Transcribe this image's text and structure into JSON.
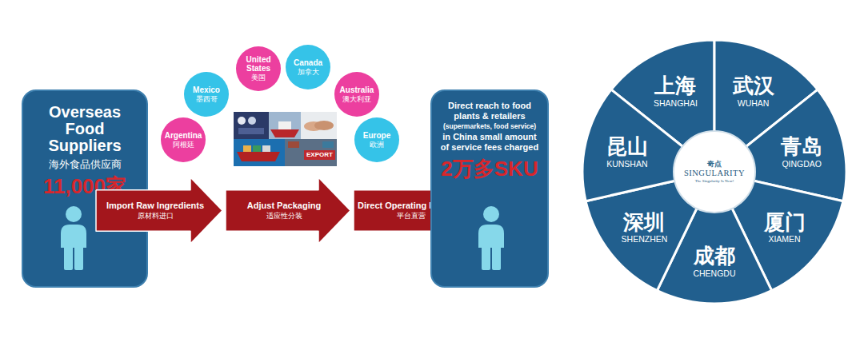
{
  "diagram": {
    "nodes": [
      {
        "text": [
          "Overseas Food Suppliers",
          "海外食品供应商",
          "11,000家"
        ]
      },
      {
        "text": [
          "Import Raw Ingredients",
          "原材料进口"
        ]
      },
      {
        "text": [
          "Adjust Packaging",
          "适应性分装"
        ]
      },
      {
        "text": [
          "Direct Operating Platform",
          "平台直营"
        ]
      },
      {
        "text": [
          "Argentina",
          "阿根廷"
        ]
      },
      {
        "text": [
          "Mexico",
          "墨西哥"
        ]
      },
      {
        "text": [
          "United States",
          "美国"
        ]
      },
      {
        "text": [
          "Canada",
          "加拿大"
        ]
      },
      {
        "text": [
          "Australia",
          "澳大利亚"
        ]
      },
      {
        "text": [
          "Europe",
          "欧洲"
        ]
      },
      {
        "text": [
          "Direct reach to food plants & retailers",
          "(supermarkets, food service)",
          "in China small amount of service fees charged",
          "2万多SKU"
        ]
      },
      {
        "text": [
          "上海",
          "SHANGHAI"
        ]
      },
      {
        "text": [
          "武汉",
          "WUHAN"
        ]
      },
      {
        "text": [
          "青岛",
          "QINGDAO"
        ]
      },
      {
        "text": [
          "厦门",
          "XIAMEN"
        ]
      },
      {
        "text": [
          "成都",
          "CHENGDU"
        ]
      },
      {
        "text": [
          "深圳",
          "SHENZHEN"
        ]
      },
      {
        "text": [
          "昆山",
          "KUNSHAN"
        ]
      },
      {
        "text": [
          "奇点",
          "SINGULARITY",
          "The Singularity Is Near!"
        ]
      }
    ],
    "labels": [
      "EXPORT"
    ]
  }
}
